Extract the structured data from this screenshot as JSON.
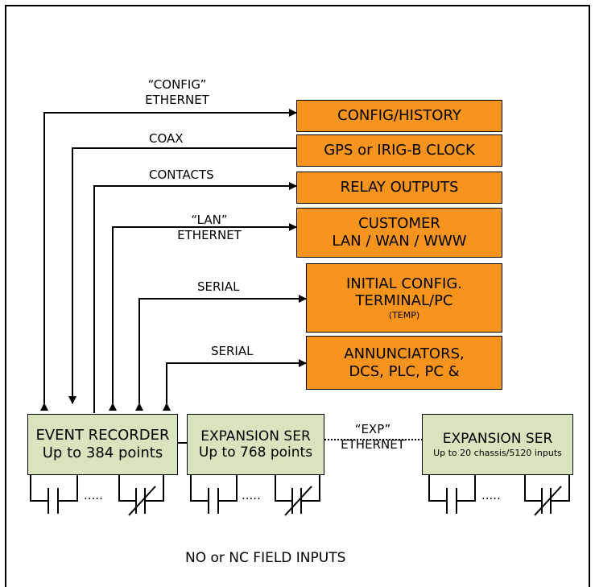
{
  "outputs": {
    "config_history": "CONFIG/HISTORY",
    "gps_clock": "GPS or IRIG-B CLOCK",
    "relay_outputs": "RELAY OUTPUTS",
    "customer_line1": "CUSTOMER",
    "customer_line2": "LAN / WAN / WWW",
    "initial_line1": "INITIAL CONFIG.",
    "initial_line2": "TERMINAL/PC",
    "initial_line3": "(TEMP)",
    "annunciators_line1": "ANNUNCIATORS,",
    "annunciators_line2": "DCS, PLC, PC &"
  },
  "connections": {
    "config_ethernet_line1": "“CONFIG”",
    "config_ethernet_line2": "ETHERNET",
    "coax": "COAX",
    "contacts": "CONTACTS",
    "lan_ethernet_line1": "“LAN”",
    "lan_ethernet_line2": "ETHERNET",
    "serial_1": "SERIAL",
    "serial_2": "SERIAL",
    "exp_ethernet_line1": "“EXP”",
    "exp_ethernet_line2": "ETHERNET"
  },
  "recorders": {
    "event_recorder_line1": "EVENT RECORDER",
    "event_recorder_line2": "Up to 384 points",
    "expansion1_line1": "EXPANSION SER",
    "expansion1_line2": "Up to 768 points",
    "expansion2_line1": "EXPANSION SER",
    "expansion2_line2": "Up to 20 chassis/5120 inputs"
  },
  "inputs": {
    "dots": ".....",
    "field_inputs_label": "NO or NC FIELD INPUTS"
  },
  "colors": {
    "output_box": "#f7941d",
    "recorder_box": "#d7e4bd",
    "line": "#000000"
  }
}
